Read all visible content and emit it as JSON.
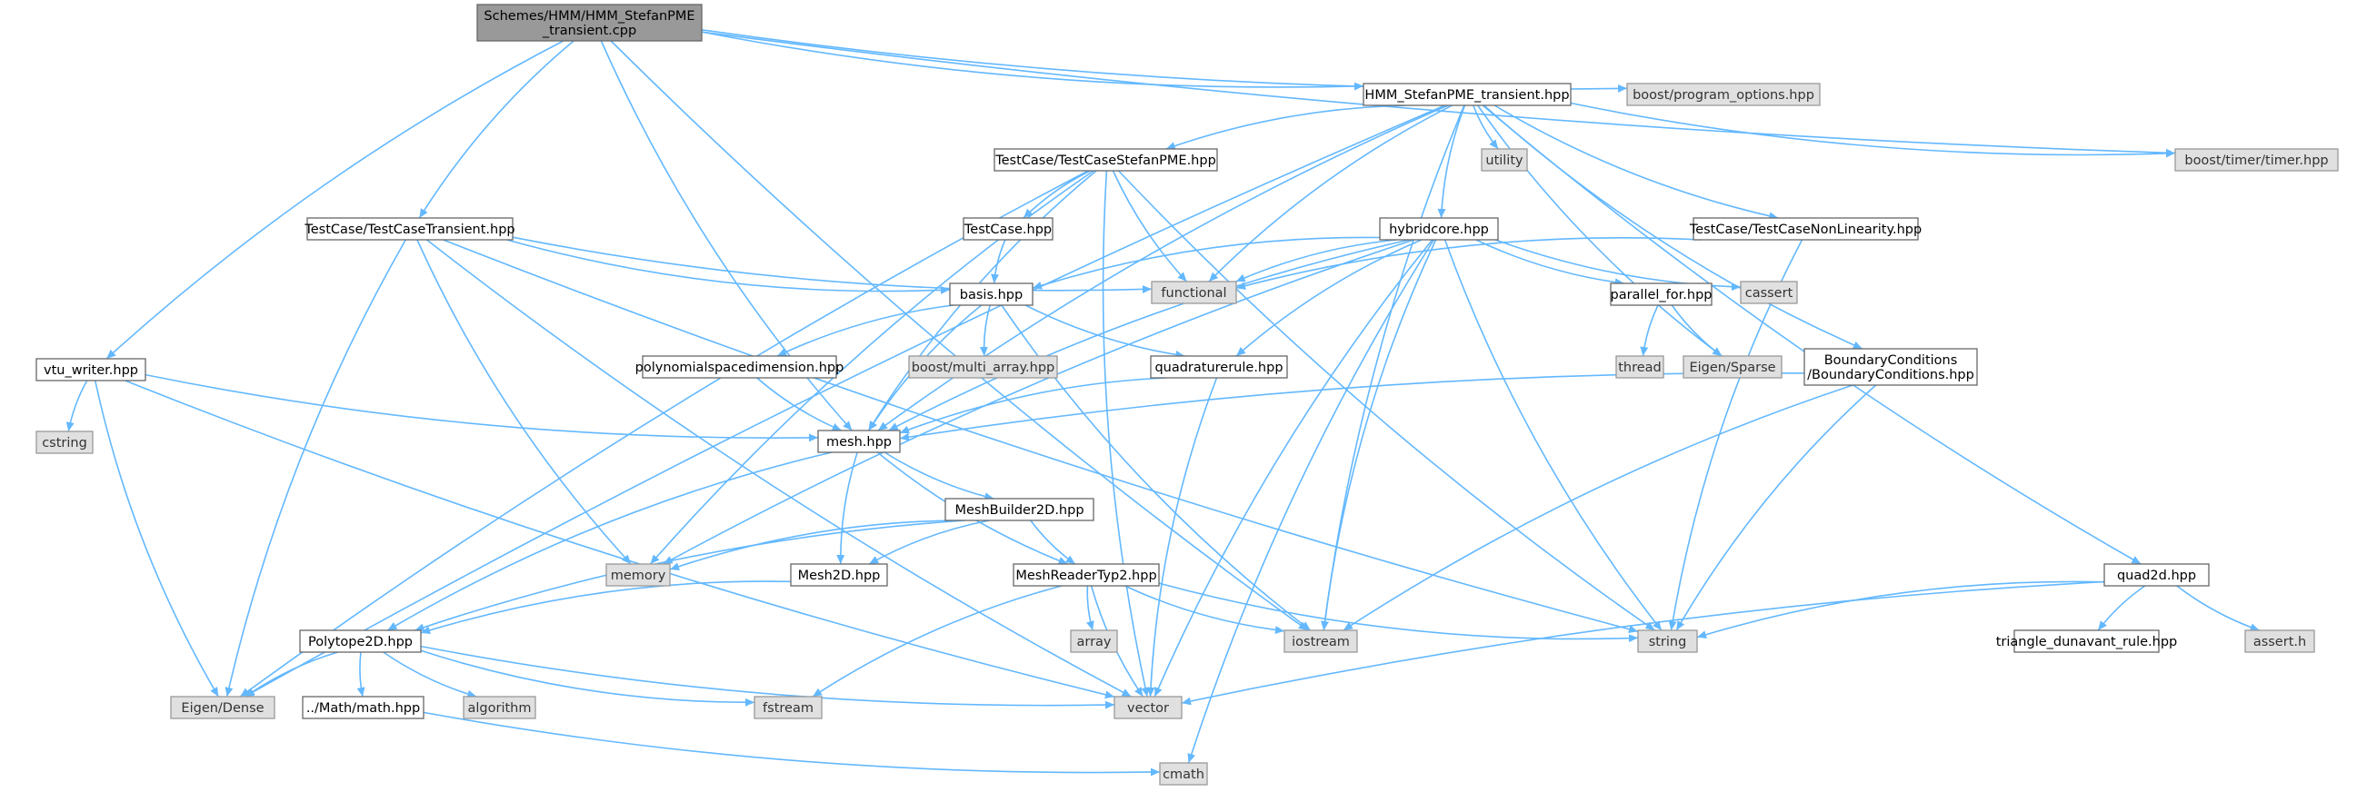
{
  "diagram": {
    "type": "include-dependency-graph",
    "colors": {
      "edge": "#63b8ff",
      "root_fill": "#999999",
      "external_fill": "#e0e0e0",
      "file_fill": "#ffffff",
      "border": "#666666"
    },
    "nodes": [
      {
        "id": "root",
        "kind": "root",
        "lines": [
          "Schemes/HMM/HMM_StefanPME",
          "_transient.cpp"
        ]
      },
      {
        "id": "hmm_hpp",
        "kind": "file",
        "lines": [
          "HMM_StefanPME_transient.hpp"
        ]
      },
      {
        "id": "program_options",
        "kind": "ext",
        "lines": [
          "boost/program_options.hpp"
        ]
      },
      {
        "id": "timer",
        "kind": "ext",
        "lines": [
          "boost/timer/timer.hpp"
        ]
      },
      {
        "id": "utility",
        "kind": "ext",
        "lines": [
          "utility"
        ]
      },
      {
        "id": "tcstefan",
        "kind": "file",
        "lines": [
          "TestCase/TestCaseStefanPME.hpp"
        ]
      },
      {
        "id": "tctrans",
        "kind": "file",
        "lines": [
          "TestCase/TestCaseTransient.hpp"
        ]
      },
      {
        "id": "testcase",
        "kind": "file",
        "lines": [
          "TestCase.hpp"
        ]
      },
      {
        "id": "hybridcore",
        "kind": "file",
        "lines": [
          "hybridcore.hpp"
        ]
      },
      {
        "id": "tcnonlin",
        "kind": "file",
        "lines": [
          "TestCase/TestCaseNonLinearity.hpp"
        ]
      },
      {
        "id": "functional",
        "kind": "ext",
        "lines": [
          "functional"
        ]
      },
      {
        "id": "cassert",
        "kind": "ext",
        "lines": [
          "cassert"
        ]
      },
      {
        "id": "basis",
        "kind": "file",
        "lines": [
          "basis.hpp"
        ]
      },
      {
        "id": "parallel_for",
        "kind": "file",
        "lines": [
          "parallel_for.hpp"
        ]
      },
      {
        "id": "vtu",
        "kind": "file",
        "lines": [
          "vtu_writer.hpp"
        ]
      },
      {
        "id": "polydim",
        "kind": "file",
        "lines": [
          "polynomialspacedimension.hpp"
        ]
      },
      {
        "id": "multiarray",
        "kind": "ext",
        "lines": [
          "boost/multi_array.hpp"
        ]
      },
      {
        "id": "quadrule",
        "kind": "file",
        "lines": [
          "quadraturerule.hpp"
        ]
      },
      {
        "id": "thread",
        "kind": "ext",
        "lines": [
          "thread"
        ]
      },
      {
        "id": "sparse",
        "kind": "ext",
        "lines": [
          "Eigen/Sparse"
        ]
      },
      {
        "id": "bc",
        "kind": "file",
        "lines": [
          "BoundaryConditions",
          "/BoundaryConditions.hpp"
        ]
      },
      {
        "id": "cstring",
        "kind": "ext",
        "lines": [
          "cstring"
        ]
      },
      {
        "id": "mesh",
        "kind": "file",
        "lines": [
          "mesh.hpp"
        ]
      },
      {
        "id": "mb2d",
        "kind": "file",
        "lines": [
          "MeshBuilder2D.hpp"
        ]
      },
      {
        "id": "memory",
        "kind": "ext",
        "lines": [
          "memory"
        ]
      },
      {
        "id": "mesh2d",
        "kind": "file",
        "lines": [
          "Mesh2D.hpp"
        ]
      },
      {
        "id": "mreader",
        "kind": "file",
        "lines": [
          "MeshReaderTyp2.hpp"
        ]
      },
      {
        "id": "quad2d",
        "kind": "file",
        "lines": [
          "quad2d.hpp"
        ]
      },
      {
        "id": "poly2d",
        "kind": "file",
        "lines": [
          "Polytope2D.hpp"
        ]
      },
      {
        "id": "array",
        "kind": "ext",
        "lines": [
          "array"
        ]
      },
      {
        "id": "iostream",
        "kind": "ext",
        "lines": [
          "iostream"
        ]
      },
      {
        "id": "string",
        "kind": "ext",
        "lines": [
          "string"
        ]
      },
      {
        "id": "dunavant",
        "kind": "file",
        "lines": [
          "triangle_dunavant_rule.hpp"
        ]
      },
      {
        "id": "asserth",
        "kind": "ext",
        "lines": [
          "assert.h"
        ]
      },
      {
        "id": "dense",
        "kind": "ext",
        "lines": [
          "Eigen/Dense"
        ]
      },
      {
        "id": "mathhpp",
        "kind": "file",
        "lines": [
          "../Math/math.hpp"
        ]
      },
      {
        "id": "algorithm",
        "kind": "ext",
        "lines": [
          "algorithm"
        ]
      },
      {
        "id": "fstream",
        "kind": "ext",
        "lines": [
          "fstream"
        ]
      },
      {
        "id": "vector",
        "kind": "ext",
        "lines": [
          "vector"
        ]
      },
      {
        "id": "cmath",
        "kind": "ext",
        "lines": [
          "cmath"
        ]
      }
    ],
    "edges": [
      [
        "root",
        "hmm_hpp"
      ],
      [
        "root",
        "program_options"
      ],
      [
        "root",
        "timer"
      ],
      [
        "root",
        "tctrans"
      ],
      [
        "root",
        "vtu"
      ],
      [
        "root",
        "mesh"
      ],
      [
        "root",
        "iostream"
      ],
      [
        "hmm_hpp",
        "timer"
      ],
      [
        "hmm_hpp",
        "utility"
      ],
      [
        "hmm_hpp",
        "tcstefan"
      ],
      [
        "hmm_hpp",
        "hybridcore"
      ],
      [
        "hmm_hpp",
        "tcnonlin"
      ],
      [
        "hmm_hpp",
        "functional"
      ],
      [
        "hmm_hpp",
        "sparse"
      ],
      [
        "hmm_hpp",
        "bc"
      ],
      [
        "hmm_hpp",
        "quad2d"
      ],
      [
        "hmm_hpp",
        "mesh"
      ],
      [
        "hmm_hpp",
        "dense"
      ],
      [
        "hmm_hpp",
        "iostream"
      ],
      [
        "tcstefan",
        "testcase"
      ],
      [
        "tcstefan",
        "functional"
      ],
      [
        "tcstefan",
        "dense"
      ],
      [
        "tcstefan",
        "memory"
      ],
      [
        "tcstefan",
        "string"
      ],
      [
        "tcstefan",
        "vector"
      ],
      [
        "tcstefan",
        "mesh"
      ],
      [
        "tctrans",
        "basis"
      ],
      [
        "tctrans",
        "functional"
      ],
      [
        "tctrans",
        "memory"
      ],
      [
        "tctrans",
        "dense"
      ],
      [
        "tctrans",
        "vector"
      ],
      [
        "tctrans",
        "string"
      ],
      [
        "testcase",
        "basis"
      ],
      [
        "hybridcore",
        "functional"
      ],
      [
        "hybridcore",
        "cassert"
      ],
      [
        "hybridcore",
        "basis"
      ],
      [
        "hybridcore",
        "parallel_for"
      ],
      [
        "hybridcore",
        "quadrule"
      ],
      [
        "hybridcore",
        "mesh"
      ],
      [
        "hybridcore",
        "memory"
      ],
      [
        "hybridcore",
        "iostream"
      ],
      [
        "hybridcore",
        "string"
      ],
      [
        "hybridcore",
        "vector"
      ],
      [
        "hybridcore",
        "cmath"
      ],
      [
        "tcnonlin",
        "functional"
      ],
      [
        "tcnonlin",
        "string"
      ],
      [
        "basis",
        "polydim"
      ],
      [
        "basis",
        "multiarray"
      ],
      [
        "basis",
        "quadrule"
      ],
      [
        "basis",
        "mesh"
      ],
      [
        "basis",
        "iostream"
      ],
      [
        "parallel_for",
        "thread"
      ],
      [
        "parallel_for",
        "sparse"
      ],
      [
        "vtu",
        "cstring"
      ],
      [
        "vtu",
        "mesh"
      ],
      [
        "vtu",
        "dense"
      ],
      [
        "vtu",
        "vector"
      ],
      [
        "polydim",
        "mesh"
      ],
      [
        "quadrule",
        "mesh"
      ],
      [
        "quadrule",
        "vector"
      ],
      [
        "bc",
        "mesh"
      ],
      [
        "bc",
        "iostream"
      ],
      [
        "bc",
        "string"
      ],
      [
        "mesh",
        "mb2d"
      ],
      [
        "mesh",
        "mesh2d"
      ],
      [
        "mesh",
        "mreader"
      ],
      [
        "mesh",
        "poly2d"
      ],
      [
        "mb2d",
        "memory"
      ],
      [
        "mb2d",
        "mesh2d"
      ],
      [
        "mb2d",
        "mreader"
      ],
      [
        "mb2d",
        "poly2d"
      ],
      [
        "mesh2d",
        "poly2d"
      ],
      [
        "mreader",
        "array"
      ],
      [
        "mreader",
        "iostream"
      ],
      [
        "mreader",
        "string"
      ],
      [
        "mreader",
        "vector"
      ],
      [
        "mreader",
        "fstream"
      ],
      [
        "quad2d",
        "dunavant"
      ],
      [
        "quad2d",
        "asserth"
      ],
      [
        "quad2d",
        "string"
      ],
      [
        "quad2d",
        "vector"
      ],
      [
        "poly2d",
        "dense"
      ],
      [
        "poly2d",
        "mathhpp"
      ],
      [
        "poly2d",
        "algorithm"
      ],
      [
        "poly2d",
        "fstream"
      ],
      [
        "poly2d",
        "vector"
      ],
      [
        "mathhpp",
        "cmath"
      ]
    ]
  }
}
